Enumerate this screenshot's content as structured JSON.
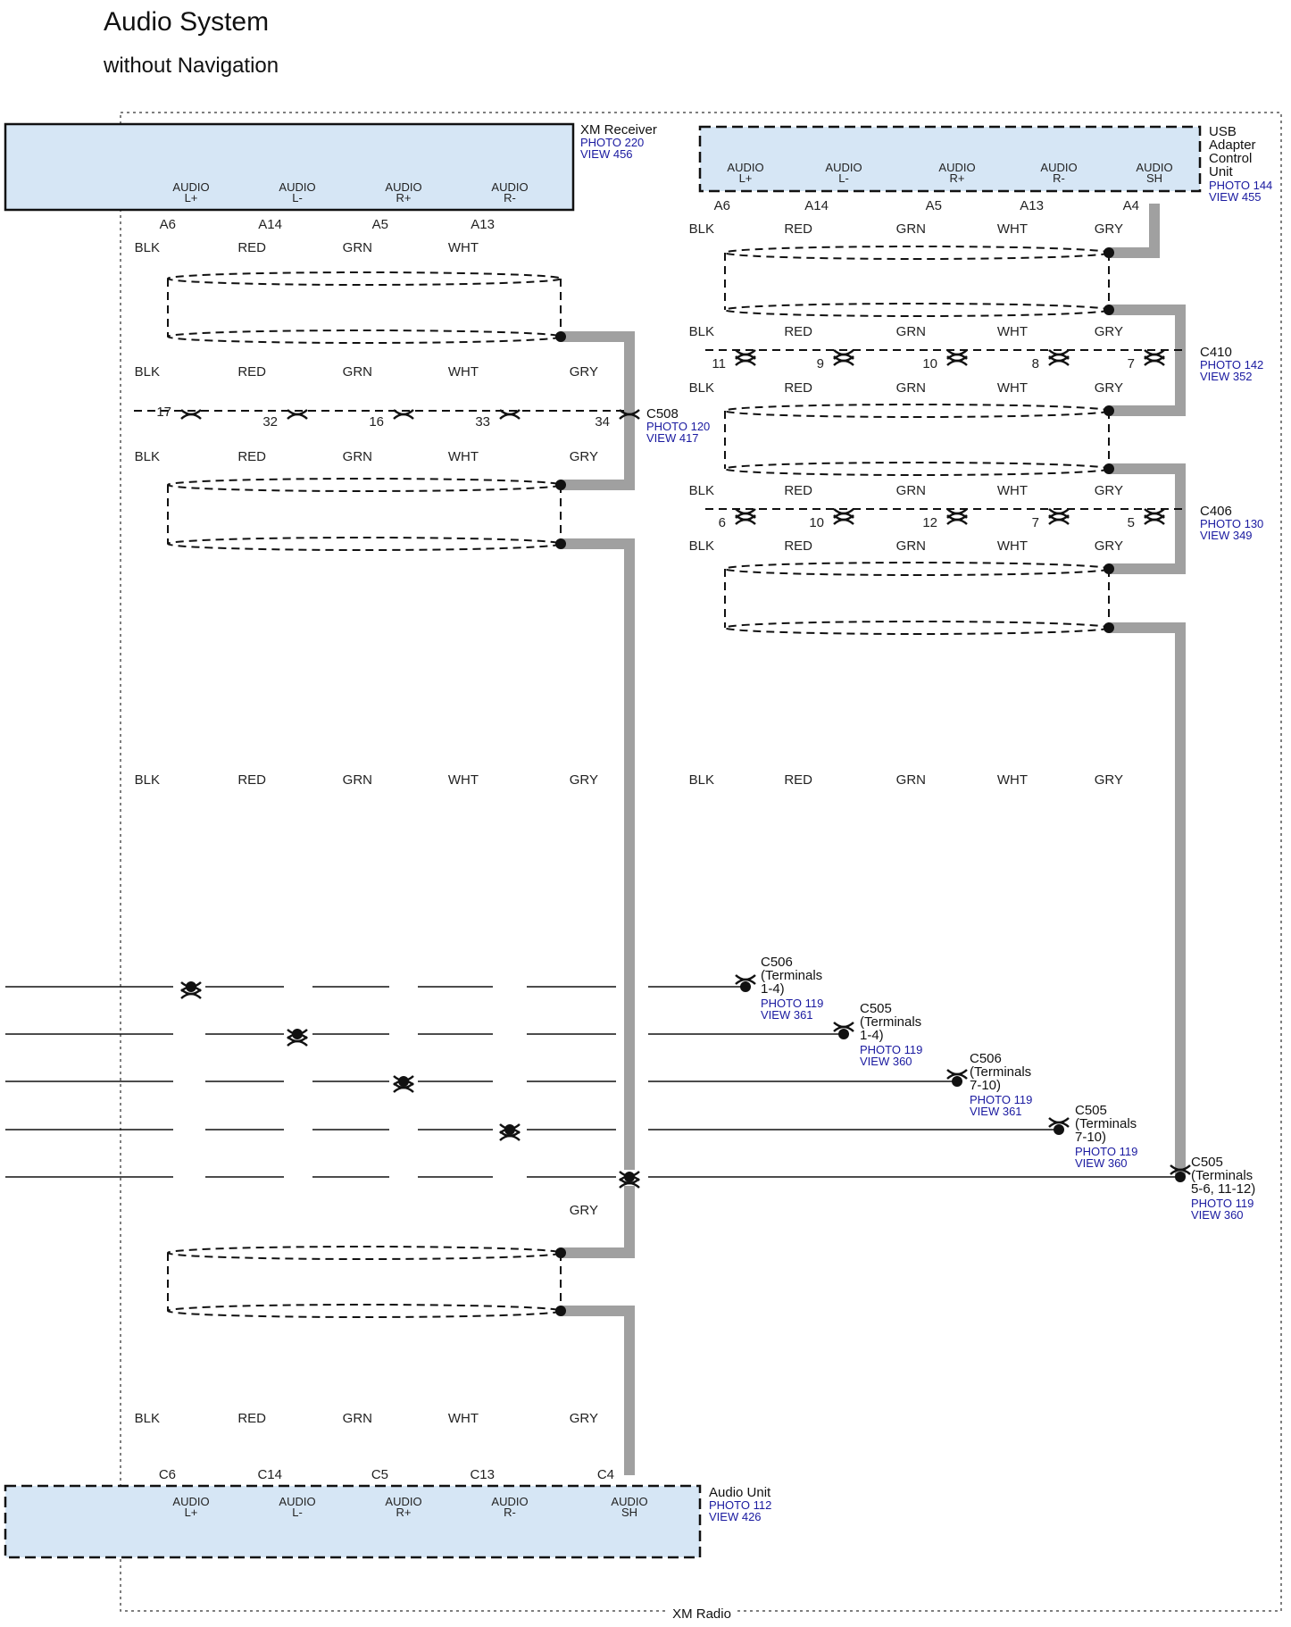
{
  "title": "Audio System",
  "subtitle": "without Navigation",
  "colors": {
    "BLK": "#111111",
    "RED": "#cc0000",
    "GRN": "#0a9a0a",
    "WHT": "#ffffff",
    "GRY": "#a0a0a0",
    "component_fill": "#d6e6f5",
    "ref_text": "#1a1aa0"
  },
  "frame_label": "XM Radio",
  "xm_receiver": {
    "name": "XM Receiver",
    "ref": [
      "PHOTO 220",
      "VIEW 456"
    ],
    "pins": [
      {
        "label": [
          "AUDIO",
          "L+"
        ],
        "pin": "A6",
        "color": "BLK"
      },
      {
        "label": [
          "AUDIO",
          "L-"
        ],
        "pin": "A14",
        "color": "RED"
      },
      {
        "label": [
          "AUDIO",
          "R+"
        ],
        "pin": "A5",
        "color": "GRN"
      },
      {
        "label": [
          "AUDIO",
          "R-"
        ],
        "pin": "A13",
        "color": "WHT"
      }
    ]
  },
  "usb_adapter": {
    "name": [
      "USB",
      "Adapter",
      "Control",
      "Unit"
    ],
    "ref": [
      "PHOTO 144",
      "VIEW 455"
    ],
    "pins": [
      {
        "label": [
          "AUDIO",
          "L+"
        ],
        "pin": "A6",
        "color": "BLK"
      },
      {
        "label": [
          "AUDIO",
          "L-"
        ],
        "pin": "A14",
        "color": "RED"
      },
      {
        "label": [
          "AUDIO",
          "R+"
        ],
        "pin": "A5",
        "color": "GRN"
      },
      {
        "label": [
          "AUDIO",
          "R-"
        ],
        "pin": "A13",
        "color": "WHT"
      },
      {
        "label": [
          "AUDIO",
          "SH"
        ],
        "pin": "A4",
        "color": "GRY"
      }
    ]
  },
  "audio_unit": {
    "name": "Audio Unit",
    "ref": [
      "PHOTO 112",
      "VIEW 426"
    ],
    "pins": [
      {
        "label": [
          "AUDIO",
          "L+"
        ],
        "pin": "C6",
        "color": "BLK"
      },
      {
        "label": [
          "AUDIO",
          "L-"
        ],
        "pin": "C14",
        "color": "RED"
      },
      {
        "label": [
          "AUDIO",
          "R+"
        ],
        "pin": "C5",
        "color": "GRN"
      },
      {
        "label": [
          "AUDIO",
          "R-"
        ],
        "pin": "C13",
        "color": "WHT"
      },
      {
        "label": [
          "AUDIO",
          "SH"
        ],
        "pin": "C4",
        "color": "GRY"
      }
    ]
  },
  "connectors": {
    "C508": {
      "name": "C508",
      "ref": [
        "PHOTO 120",
        "VIEW 417"
      ],
      "pins": [
        "17",
        "32",
        "16",
        "33",
        "34"
      ]
    },
    "C410": {
      "name": "C410",
      "ref": [
        "PHOTO 142",
        "VIEW 352"
      ],
      "pins": [
        "11",
        "9",
        "10",
        "8",
        "7"
      ]
    },
    "C406": {
      "name": "C406",
      "ref": [
        "PHOTO 130",
        "VIEW 349"
      ],
      "pins": [
        "6",
        "10",
        "12",
        "7",
        "5"
      ]
    }
  },
  "splices": [
    {
      "name": "C506",
      "desc": [
        "(Terminals",
        "1-4)"
      ],
      "ref": [
        "PHOTO 119",
        "VIEW 361"
      ]
    },
    {
      "name": "C505",
      "desc": [
        "(Terminals",
        "1-4)"
      ],
      "ref": [
        "PHOTO 119",
        "VIEW 360"
      ]
    },
    {
      "name": "C506",
      "desc": [
        "(Terminals",
        "7-10)"
      ],
      "ref": [
        "PHOTO 119",
        "VIEW 361"
      ]
    },
    {
      "name": "C505",
      "desc": [
        "(Terminals",
        "7-10)"
      ],
      "ref": [
        "PHOTO 119",
        "VIEW 360"
      ]
    },
    {
      "name": "C505",
      "desc": [
        "(Terminals",
        "5-6, 11-12)"
      ],
      "ref": [
        "PHOTO 119",
        "VIEW 360"
      ]
    }
  ],
  "wire_labels": {
    "left_top": [
      "BLK",
      "RED",
      "GRN",
      "WHT"
    ],
    "left_mid": [
      "BLK",
      "RED",
      "GRN",
      "WHT",
      "GRY"
    ],
    "left_bottom_gry": "GRY",
    "right": [
      "BLK",
      "RED",
      "GRN",
      "WHT",
      "GRY"
    ]
  }
}
